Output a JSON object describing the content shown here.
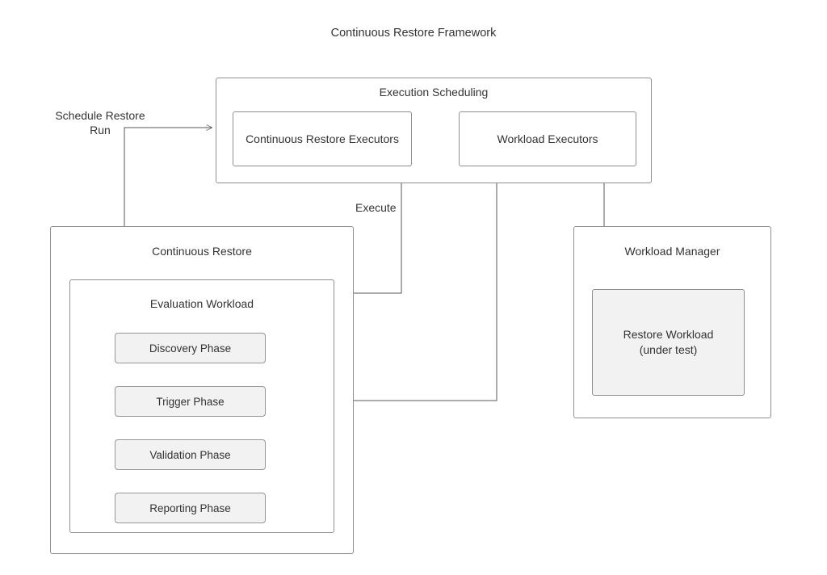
{
  "diagram": {
    "title": "Continuous Restore Framework",
    "execution_scheduling": {
      "label": "Execution Scheduling",
      "continuous_restore_executors": "Continuous Restore Executors",
      "workload_executors": "Workload Executors"
    },
    "continuous_restore": {
      "label": "Continuous Restore",
      "evaluation_workload": {
        "label": "Evaluation Workload",
        "phases": [
          "Discovery Phase",
          "Trigger Phase",
          "Validation Phase",
          "Reporting Phase"
        ]
      }
    },
    "workload_manager": {
      "label": "Workload Manager",
      "restore_workload": {
        "line1": "Restore Workload",
        "line2": "(under test)"
      }
    },
    "annotations": {
      "schedule_restore_run_line1": "Schedule Restore",
      "schedule_restore_run_line2": "Run",
      "execute": "Execute"
    },
    "colors": {
      "border": "#8f8f8f",
      "light_fill": "#f2f2f2",
      "connector": "#595959",
      "text": "#333333",
      "background": "#ffffff"
    }
  }
}
